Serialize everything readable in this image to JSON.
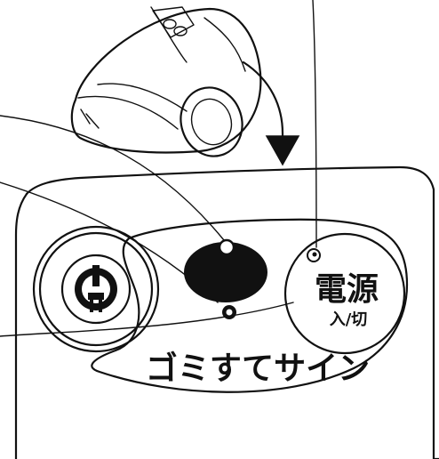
{
  "panel": {
    "button_main_label": "電源",
    "button_sub_label": "入/切",
    "indicator_label": "ゴミすてサイン"
  },
  "colors": {
    "ink": "#111111",
    "paper": "#ffffff",
    "dot_fill": "#111111"
  },
  "icons": {
    "power_button": "power-plug-icon",
    "vacuum": "vacuum-cleaner-icon",
    "arrow": "curved-arrow-down-icon"
  }
}
